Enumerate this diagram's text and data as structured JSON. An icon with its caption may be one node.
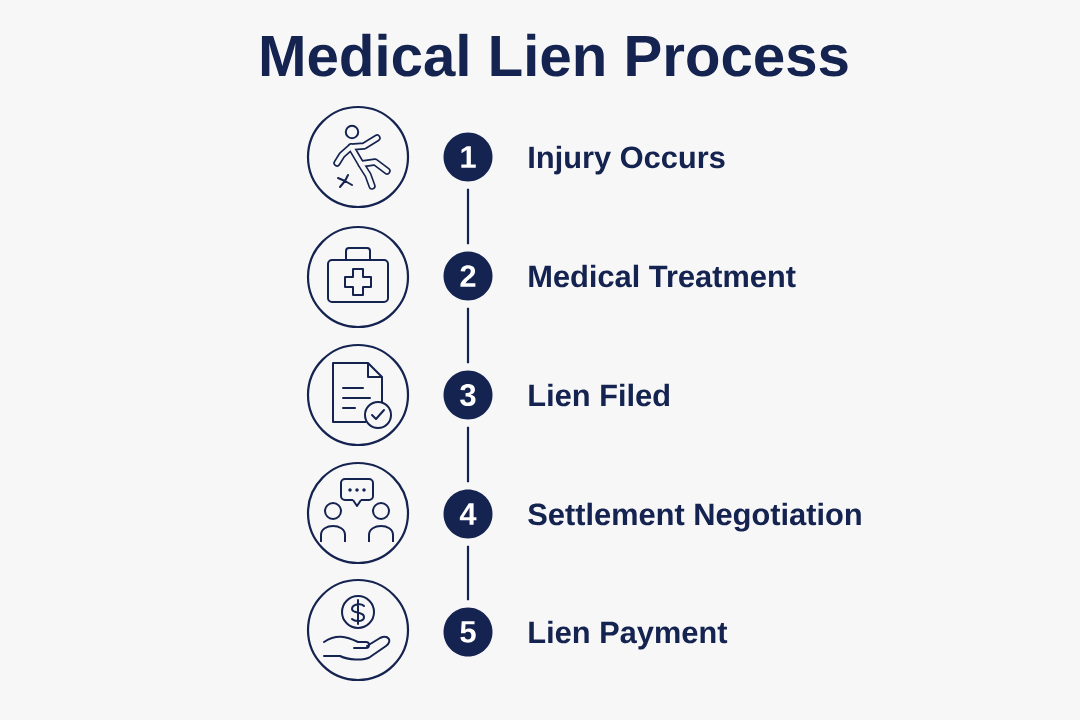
{
  "diagram": {
    "title": "Medical Lien Process",
    "nodes": [
      {
        "text": [],
        "shape": "circle"
      },
      {
        "text": [
          "1"
        ],
        "beside": [
          "Injury Occurs"
        ]
      },
      {
        "text": [],
        "shape": "circle"
      },
      {
        "text": [
          "2"
        ],
        "beside": [
          "Medical Treatment"
        ]
      },
      {
        "text": [],
        "shape": "circle"
      },
      {
        "text": [
          "3"
        ],
        "beside": [
          "Lien Filed"
        ]
      },
      {
        "text": [],
        "shape": "circle"
      },
      {
        "text": [
          "4"
        ],
        "beside": [
          "Settlement Negotiation"
        ]
      },
      {
        "text": [],
        "shape": "circle"
      },
      {
        "text": [
          "5"
        ],
        "beside": [
          "Lien Payment"
        ]
      }
    ],
    "edges": [
      {
        "from": 1,
        "to": 3,
        "arrow": "none"
      },
      {
        "from": 3,
        "to": 5,
        "arrow": "none"
      },
      {
        "from": 5,
        "to": 7,
        "arrow": "none"
      },
      {
        "from": 7,
        "to": 9,
        "arrow": "none"
      }
    ]
  }
}
